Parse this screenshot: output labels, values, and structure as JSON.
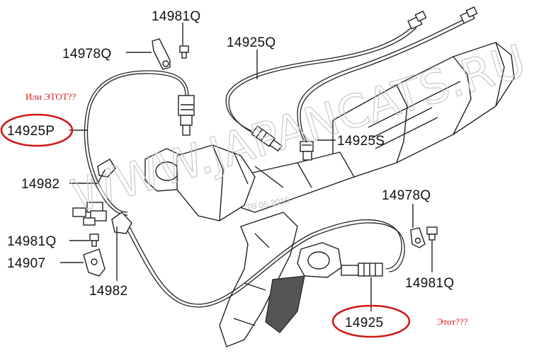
{
  "watermark": {
    "site": "WWW.JAPANCATS.RU",
    "date": "09.05.2015"
  },
  "notes": {
    "upper": "Или ЭТОТ??",
    "lower": "Этот???"
  },
  "labels": [
    {
      "id": "14981Q-top",
      "text": "14981Q",
      "highlighted": false
    },
    {
      "id": "14978Q-top",
      "text": "14978Q",
      "highlighted": false
    },
    {
      "id": "14925Q",
      "text": "14925Q",
      "highlighted": false
    },
    {
      "id": "14925P",
      "text": "14925P",
      "highlighted": true
    },
    {
      "id": "14925S",
      "text": "14925S",
      "highlighted": false
    },
    {
      "id": "14982-upper",
      "text": "14982",
      "highlighted": false
    },
    {
      "id": "14978Q-right",
      "text": "14978Q",
      "highlighted": false
    },
    {
      "id": "14981Q-left",
      "text": "14981Q",
      "highlighted": false
    },
    {
      "id": "14907",
      "text": "14907",
      "highlighted": false
    },
    {
      "id": "14982-lower",
      "text": "14982",
      "highlighted": false
    },
    {
      "id": "14981Q-right",
      "text": "14981Q",
      "highlighted": false
    },
    {
      "id": "14925",
      "text": "14925",
      "highlighted": true
    }
  ],
  "colors": {
    "highlight": "#d01818",
    "note": "#d42020",
    "ink": "#222222",
    "watermark": "#c8c8c8"
  }
}
